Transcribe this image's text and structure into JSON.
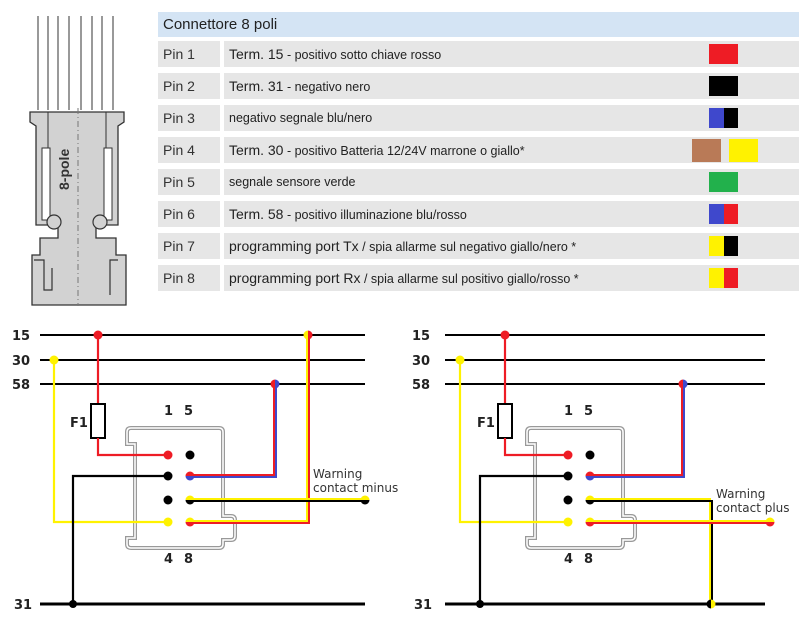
{
  "connector": {
    "label": "8-pole"
  },
  "table": {
    "title": "Connettore 8 poli",
    "rows": [
      {
        "pin": "Pin 1",
        "term": "Term. 15",
        "desc": " - positivo sotto chiave   rosso",
        "colors": [
          "#ee1c25"
        ]
      },
      {
        "pin": "Pin 2",
        "term": "Term. 31",
        "desc": " - negativo  nero",
        "colors": [
          "#000000"
        ]
      },
      {
        "pin": "Pin 3",
        "term": "",
        "desc": "negativo segnale    blu/nero",
        "colors": [
          "#3f48cc",
          "#000000"
        ]
      },
      {
        "pin": "Pin 4",
        "term": "Term. 30",
        "desc": " - positivo Batteria 12/24V    marrone o giallo*",
        "colors": [
          "#b97a57"
        ],
        "alt_color": "#fff200"
      },
      {
        "pin": "Pin 5",
        "term": "",
        "desc": "segnale sensore    verde",
        "colors": [
          "#22b14c"
        ]
      },
      {
        "pin": "Pin 6",
        "term": "Term. 58",
        "desc": " - positivo illuminazione  blu/rosso",
        "colors": [
          "#3f48cc",
          "#ee1c25"
        ]
      },
      {
        "pin": "Pin 7",
        "term": "programming port Tx",
        "desc": " / spia allarme sul negativo    giallo/nero *",
        "colors": [
          "#fff200",
          "#000000"
        ]
      },
      {
        "pin": "Pin 8",
        "term": "programming port Rx",
        "desc": " / spia allarme sul positivo    giallo/rosso *",
        "colors": [
          "#fff200",
          "#ee1c25"
        ]
      }
    ]
  },
  "diagrams": {
    "bus_labels": [
      "15",
      "30",
      "58",
      "31"
    ],
    "fuse_label": "F1",
    "pin_top_labels": [
      "1",
      "5"
    ],
    "pin_bottom_labels": [
      "4",
      "8"
    ],
    "left": {
      "warning_line1": "Warning",
      "warning_line2": "contact minus"
    },
    "right": {
      "warning_line1": "Warning",
      "warning_line2": "contact plus"
    }
  },
  "colors": {
    "red": "#ee1c25",
    "yellow": "#fff200",
    "blue": "#3f48cc",
    "black": "#000000",
    "grey": "#888888"
  }
}
